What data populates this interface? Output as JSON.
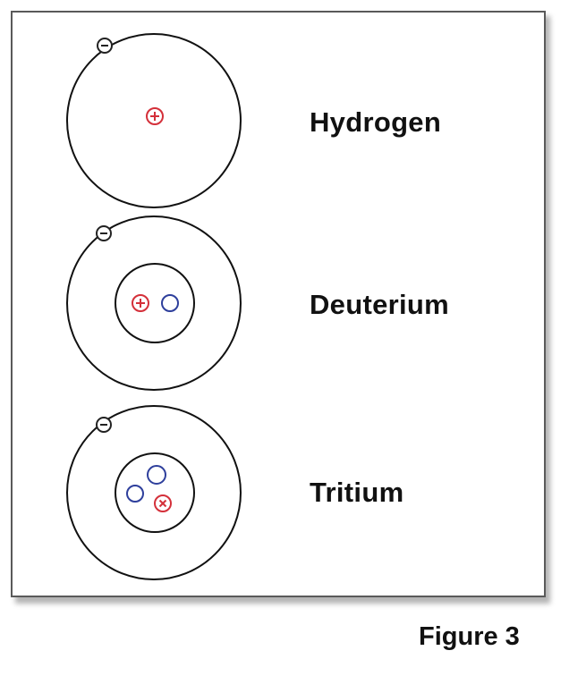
{
  "figure": {
    "caption": "Figure 3",
    "isotopes": [
      {
        "name": "Hydrogen",
        "protons": 1,
        "neutrons": 0,
        "electrons": 1
      },
      {
        "name": "Deuterium",
        "protons": 1,
        "neutrons": 1,
        "electrons": 1
      },
      {
        "name": "Tritium",
        "protons": 1,
        "neutrons": 2,
        "electrons": 1
      }
    ]
  },
  "colors": {
    "proton": "#d4303a",
    "neutron": "#2e3f9c",
    "electron": "#222222",
    "orbit": "#111111",
    "frame_border": "#5a5a5a",
    "shadow": "#9a9a9a"
  },
  "icons": {
    "proton": "plus-in-circle",
    "tritium_proton": "cross-in-circle",
    "electron": "minus-in-circle",
    "neutron": "empty-circle"
  }
}
